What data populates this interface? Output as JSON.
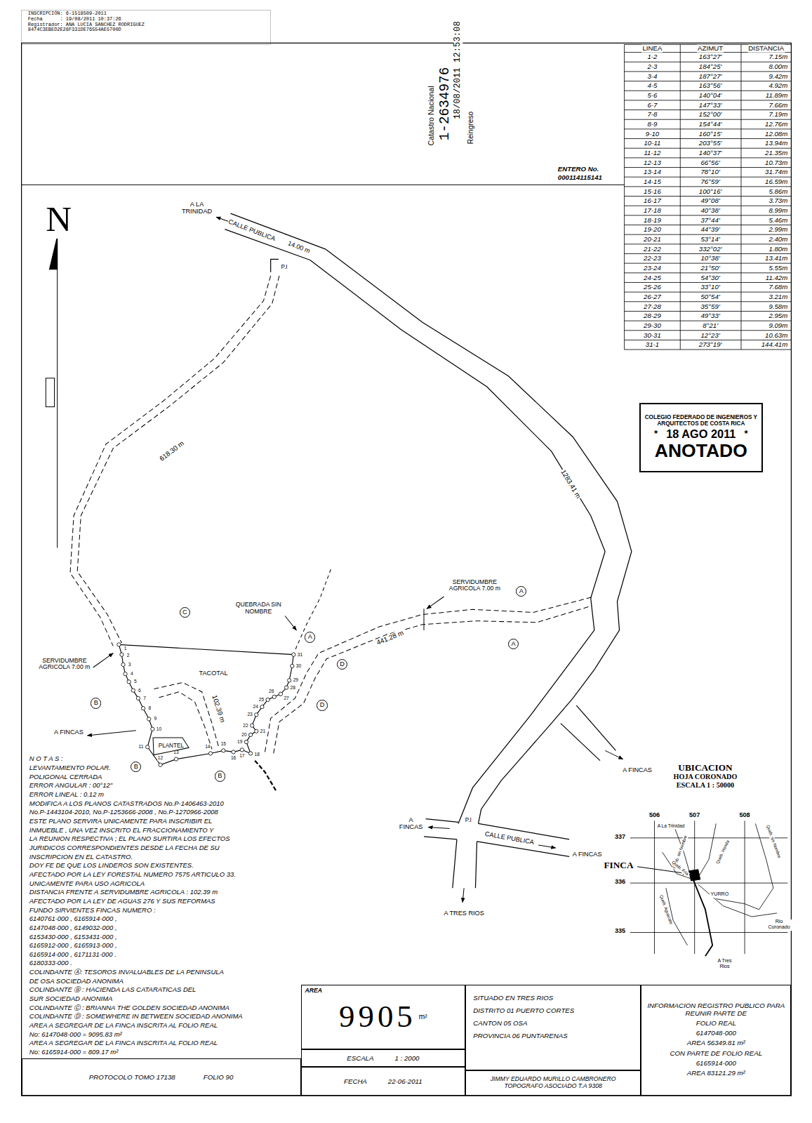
{
  "diagram": {
    "nodes": [
      {
        "text": [
          "COLEGIO FEDERADO DE INGENIEROS Y ARQUITECTOS DE COSTA RICA",
          "*",
          "18 AGO 2011",
          "*",
          "ANOTADO"
        ]
      },
      {
        "text": [
          "A"
        ]
      },
      {
        "text": [
          "C"
        ]
      },
      {
        "text": [
          "A"
        ]
      },
      {
        "text": [
          "A"
        ]
      },
      {
        "text": [
          "D"
        ]
      },
      {
        "text": [
          "B"
        ]
      },
      {
        "text": [
          "D"
        ]
      },
      {
        "text": [
          "PLANTEL"
        ]
      },
      {
        "text": [
          "B"
        ]
      },
      {
        "text": [
          "B"
        ]
      },
      {
        "text": [
          "AREA",
          "9905",
          "m²"
        ]
      },
      {
        "text": [
          "SITUADO EN TRES RIOS",
          "DISTRITO 01 PUERTO CORTES",
          "CANTON 05 OSA",
          "PROVINCIA 06 PUNTARENAS"
        ]
      },
      {
        "text": [
          "INFORMACION REGISTRO PUBLICO PARA REUNIR PARTE DE",
          "FOLIO REAL",
          "6147048-000",
          "AREA 56349.81 m²",
          "CON PARTE DE FOLIO REAL",
          "6165914-000",
          "AREA 83121.29 m²"
        ]
      },
      {
        "text": [
          "ESCALA",
          "1 : 2000"
        ]
      },
      {
        "text": [
          "FECHA",
          "22-06-2011"
        ]
      },
      {
        "text": [
          "JIMMY EDUARDO MURILLO CAMBRONERO",
          "TOPOGRAFO ASOCIADO T.A 9308"
        ]
      },
      {
        "text": [
          "PROTOCOLO TOMO 17138",
          "FOLIO 90"
        ]
      }
    ],
    "labels": [
      "INSCRIPCIÓN: 6-1518509-2011",
      "Fecha      : 19/08/2011 10:37:26",
      "Registrador: ANA LUCIA SANCHEZ RODRIGUEZ",
      "8474C3EBED2E28F331DE76554AE5700D",
      "Catastro Nacional",
      "1-2634976",
      "18/08/2011 12:53:08",
      "Reingreso",
      "ENTERO No.",
      "000114115141",
      "LINEA",
      "AZIMUT",
      "DISTANCIA",
      "1-2",
      "163°27'",
      "7.15m",
      "2-3",
      "184°25'",
      "8.00m",
      "3-4",
      "187°27'",
      "9.42m",
      "4-5",
      "163°56'",
      "4.92m",
      "5-6",
      "140°04'",
      "11.89m",
      "6-7",
      "147°33'",
      "7.66m",
      "7-8",
      "152°00'",
      "7.19m",
      "8-9",
      "154°44'",
      "12.76m",
      "9-10",
      "160°15'",
      "12.08m",
      "10-11",
      "203°55'",
      "13.94m",
      "11-12",
      "140°37'",
      "21.35m",
      "12-13",
      "66°56'",
      "10.73m",
      "13-14",
      "78°10'",
      "31.74m",
      "14-15",
      "76°59'",
      "16.59m",
      "15-16",
      "100°16'",
      "5.86m",
      "16-17",
      "49°08'",
      "3.73m",
      "17-18",
      "40°38'",
      "8.99m",
      "18-19",
      "37°44'",
      "5.46m",
      "19-20",
      "44°39'",
      "2.99m",
      "20-21",
      "53°14'",
      "2.40m",
      "21-22",
      "332°02'",
      "1.80m",
      "22-23",
      "10°38'",
      "13.41m",
      "23-24",
      "21°50'",
      "5.55m",
      "24-25",
      "54°30'",
      "11.42m",
      "25-26",
      "33°10'",
      "7.68m",
      "26-27",
      "50°54'",
      "3.21m",
      "27-28",
      "35°59'",
      "9.58m",
      "28-29",
      "49°33'",
      "2.95m",
      "29-30",
      "8°21'",
      "9.09m",
      "30-31",
      "12°23'",
      "10.63m",
      "31-1",
      "273°19'",
      "144.41m",
      "N",
      "A LA TRINIDAD",
      "CALLE PUBLICA",
      "14.00 m",
      "P.I",
      "618.30 m",
      "1283.41 m",
      "SERVIDUMBRE AGRICOLA 7.00 m",
      "QUEBRADA SIN NOMBRE",
      "441.28 m",
      "SERVIDUMBRE AGRICOLA 7.00 m",
      "TACOTAL",
      "102.39 m",
      "A FINCAS",
      "1",
      "2",
      "3",
      "4",
      "5",
      "6",
      "7",
      "8",
      "9",
      "10",
      "11",
      "12",
      "13",
      "14",
      "15",
      "16",
      "17",
      "18",
      "19",
      "20",
      "21",
      "22",
      "23",
      "24",
      "25",
      "26",
      "27",
      "28",
      "29",
      "30",
      "31",
      "A FINCAS",
      "P.I",
      "A FINCAS",
      "CALLE PUBLICA",
      "A FINCAS",
      "A TRES RIOS",
      "UBICACION",
      "HOJA CORONADO",
      "ESCALA 1 : 50000",
      "506",
      "507",
      "508",
      "337",
      "336",
      "335",
      "A La Trinidad",
      "FINCA",
      "YURRO",
      "Rio Coronado",
      "A Tres Rios",
      "Queb. sin Nombre",
      "Queb. Honda",
      "Queb. sin Nombre",
      "Queb. Fria",
      "Queb. Aguacate",
      "N O T A S :",
      "LEVANTAMIENTO POLAR.",
      "POLIGONAL CERRADA",
      "ERROR ANGULAR : 00°12\"",
      "ERROR LINEAL : 0.12 m",
      "MODIFICA A LOS PLANOS CATASTRADOS No.P-1406463-2010",
      "No.P-1443104-2010, No.P-1253666-2008 , No.P-1270966-2008",
      "ESTE PLANO SERVIRA UNICAMENTE PARA INSCRIBIR EL",
      "INMUEBLE , UNA VEZ INSCRITO EL FRACCIONAMIENTO Y",
      "LA REUNION RESPECTIVA ; EL PLANO SURTIRA LOS EFECTOS",
      "JURIDICOS CORRESPONDIENTES DESDE LA FECHA DE SU",
      "INSCRIPCION EN EL CATASTRO.",
      "DOY FE DE QUE LOS LINDEROS SON EXISTENTES.",
      "AFECTADO POR LA LEY FORESTAL NUMERO 7575 ARTICULO 33.",
      "UNICAMENTE PARA USO AGRICOLA",
      "DISTANCIA FRENTE A SERVIDUMBRE AGRICOLA : 102.39 m",
      "AFECTADO POR LA LEY DE AGUAS 276 Y SUS REFORMAS",
      "FUNDO SIRVIENTES FINCAS NUMERO :",
      "6140761-000 , 6165914-000 ,",
      "6147048-000 , 6149032-000 ,",
      "6153430-000 , 6153431-000 ,",
      "6165912-000 , 6165913-000 ,",
      "6165914-000 , 6171131-000 .",
      "6180333-000 .",
      "COLINDANTE Ⓐ: TESOROS INVALUABLES DE LA PENINSULA",
      "DE OSA SOCIEDAD ANONIMA",
      "COLINDANTE Ⓑ : HACIENDA LAS CATARATICAS DEL",
      "SUR SOCIEDAD ANONIMA",
      "COLINDANTE Ⓒ : BRIANNA THE GOLDEN SOCIEDAD ANONIMA",
      "COLINDANTE Ⓓ : SOMEWHERE IN BETWEEN SOCIEDAD ANONIMA",
      "AREA A SEGREGAR DE LA FINCA INSCRITA AL FOLIO REAL",
      "No: 6147048-000 = 9095.83 m²",
      "AREA A SEGREGAR DE LA FINCA INSCRITA AL FOLIO REAL",
      "No: 6165914-000 = 809.17 m²"
    ]
  }
}
